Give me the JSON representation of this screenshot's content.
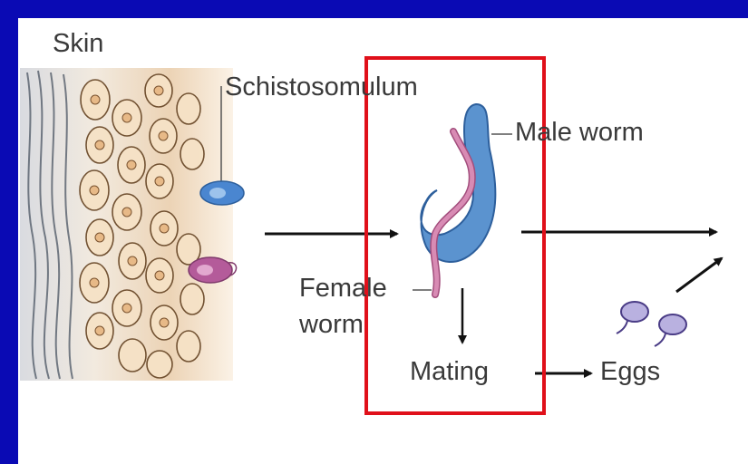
{
  "labels": {
    "skin": "Skin",
    "schistosomulum": "Schistosomulum",
    "male_worm": "Male worm",
    "female_worm_line1": "Female",
    "female_worm_line2": "worm",
    "mating": "Mating",
    "eggs": "Eggs"
  },
  "colors": {
    "slide_background": "#0a0ab4",
    "highlight_box": "#e0101a",
    "male_worm": "#5b93cf",
    "female_worm": "#c9779f",
    "schistosomulum_blue": "#4a86d0",
    "schistosomulum_pink": "#b45b9a",
    "egg": "#a79fd0",
    "skin_tissue": "#e8c7a2"
  }
}
